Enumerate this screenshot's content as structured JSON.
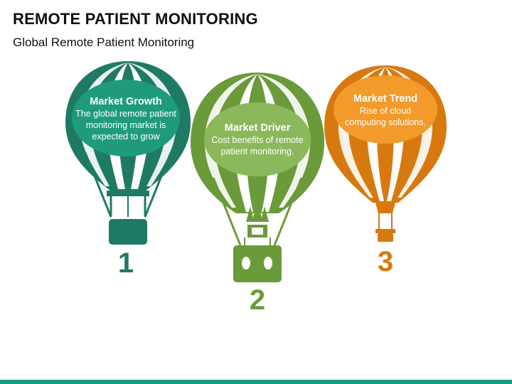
{
  "header": {
    "title": "REMOTE PATIENT MONITORING",
    "subtitle": "Global Remote Patient Monitoring"
  },
  "balloons": [
    {
      "number": "1",
      "heading": "Market Growth",
      "text": "The global remote patient monitoring market is expected to grow",
      "color": "#1f7a64",
      "bubble_color": "#1f9b7c"
    },
    {
      "number": "2",
      "heading": "Market Driver",
      "text": "Cost benefits of remote patient monitoring.",
      "color": "#6a9a3a",
      "bubble_color": "#8cb85c"
    },
    {
      "number": "3",
      "heading": "Market Trend",
      "text": "Rise of cloud computing solutions.",
      "color": "#d8790f",
      "bubble_color": "#f29a2a"
    }
  ],
  "icons": [
    "hot-air-balloon-icon",
    "hot-air-balloon-icon",
    "hot-air-balloon-icon"
  ],
  "footer_bar_color": "#1a9c83"
}
